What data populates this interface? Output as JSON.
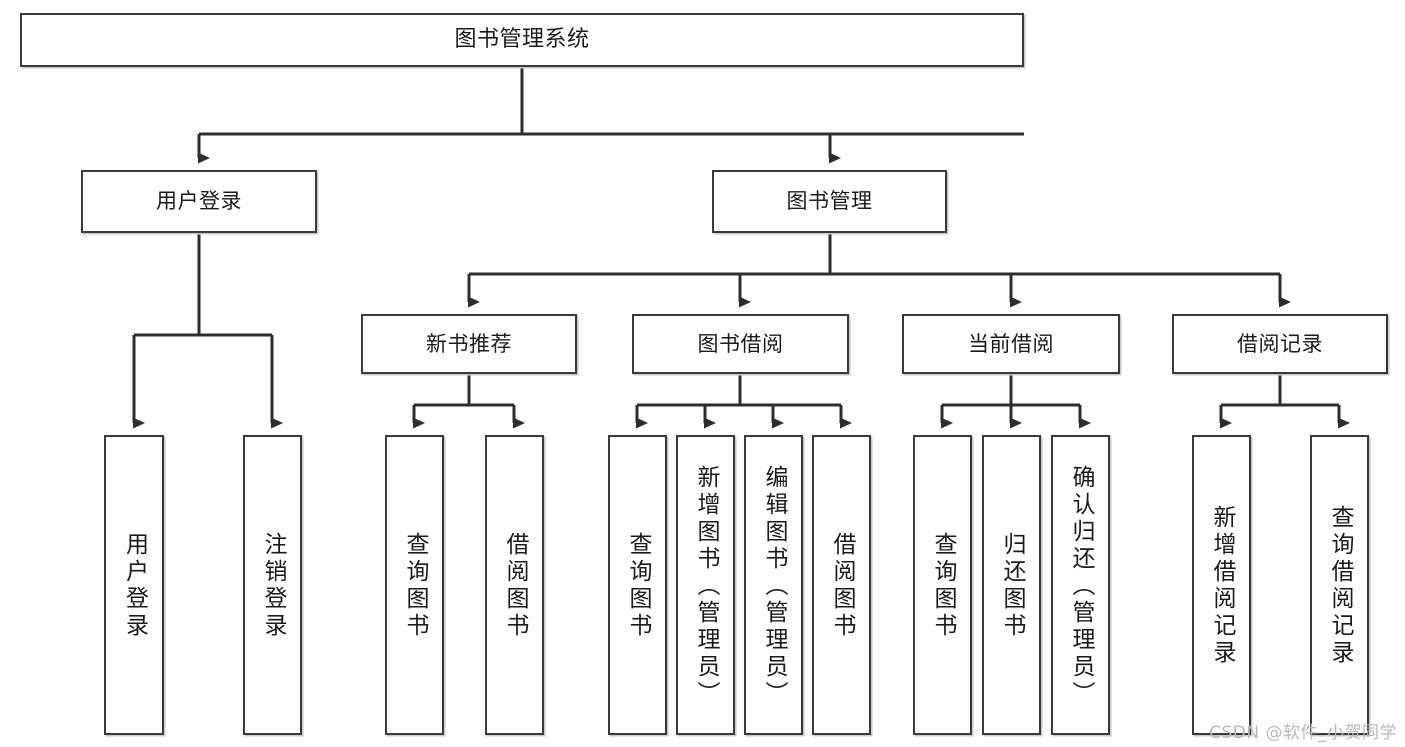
{
  "diagram": {
    "title": "图书管理系统",
    "type": "tree",
    "watermark": "CSDN @软件_小贺同学",
    "colors": {
      "box_border": "#3a3a3a",
      "box_fill": "#ffffff",
      "line": "#2d2d2d",
      "watermark": "#b9b9b9",
      "background": "#ffffff"
    },
    "root": {
      "label": "图书管理系统"
    },
    "level2": [
      {
        "label": "用户登录"
      },
      {
        "label": "图书管理"
      }
    ],
    "level3": [
      {
        "label": "新书推荐"
      },
      {
        "label": "图书借阅"
      },
      {
        "label": "当前借阅"
      },
      {
        "label": "借阅记录"
      }
    ],
    "leaves": {
      "user_login": [
        {
          "label": "用户登录"
        },
        {
          "label": "注销登录"
        }
      ],
      "new_book_recommend": [
        {
          "label": "查询图书"
        },
        {
          "label": "借阅图书"
        }
      ],
      "book_borrow": [
        {
          "label": "查询图书"
        },
        {
          "label": "新增图书（管理员）"
        },
        {
          "label": "编辑图书（管理员）"
        },
        {
          "label": "借阅图书"
        }
      ],
      "current_borrow": [
        {
          "label": "查询图书"
        },
        {
          "label": "归还图书"
        },
        {
          "label": "确认归还（管理员）"
        }
      ],
      "borrow_record": [
        {
          "label": "新增借阅记录"
        },
        {
          "label": "查询借阅记录"
        }
      ]
    }
  }
}
